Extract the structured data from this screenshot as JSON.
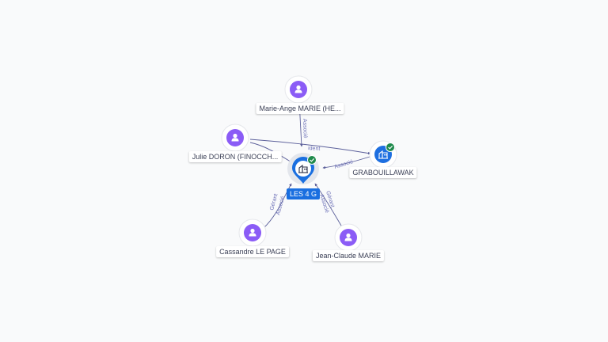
{
  "graph": {
    "center": {
      "label": "LES 4 G",
      "type": "company",
      "verified": true
    },
    "nodes": [
      {
        "id": "p-marie-ange",
        "label": "Marie-Ange MARIE (HE...",
        "type": "person"
      },
      {
        "id": "p-julie",
        "label": "Julie DORON (FINOCCH...",
        "type": "person"
      },
      {
        "id": "c-grabouillawak",
        "label": "GRABOUILLAWAK",
        "type": "company",
        "verified": true
      },
      {
        "id": "p-cassandre",
        "label": "Cassandre LE PAGE",
        "type": "person"
      },
      {
        "id": "p-jean-claude",
        "label": "Jean-Claude MARIE",
        "type": "person"
      }
    ],
    "edges": [
      {
        "from": "p-marie-ange",
        "to": "center",
        "label": "Associé"
      },
      {
        "from": "p-julie",
        "to": "center",
        "label": ""
      },
      {
        "from": "p-julie",
        "to": "c-grabouillawak",
        "label": "ident"
      },
      {
        "from": "c-grabouillawak",
        "to": "center",
        "label": "Associé"
      },
      {
        "from": "p-cassandre",
        "to": "center",
        "label": "Gérant"
      },
      {
        "from": "p-cassandre",
        "to": "center",
        "label": "Associé"
      },
      {
        "from": "p-jean-claude",
        "to": "center",
        "label": "Gérant"
      },
      {
        "from": "p-jean-claude",
        "to": "center",
        "label": "Associé"
      }
    ]
  },
  "colors": {
    "person": "#8b5cf6",
    "company": "#1e6fe0",
    "verified": "#1f8a4c",
    "edge": "#5b5f9a",
    "edge_label": "#6e72b8"
  },
  "icons": {
    "person": "person-icon",
    "company": "building-icon",
    "verified": "check-badge-icon"
  }
}
